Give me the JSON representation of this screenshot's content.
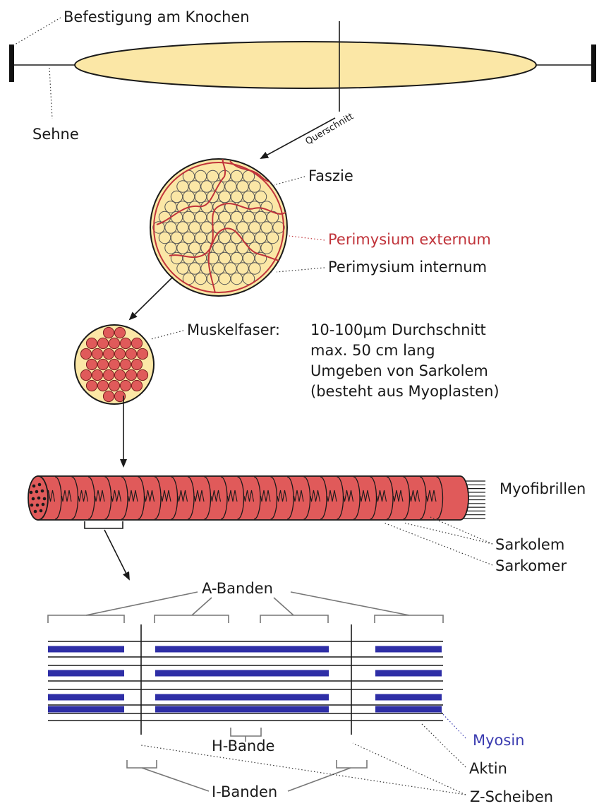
{
  "colors": {
    "muscle_fill": "#fbe7a6",
    "fiber_red": "#e05a5a",
    "perimysium_red": "#c0333a",
    "myosin_blue": "#2e2ea6",
    "line": "#1a1a1a"
  },
  "labels": {
    "attachment": "Befestigung am Knochen",
    "tendon": "Sehne",
    "cross_section": "Querschnitt",
    "fascia": "Faszie",
    "perimysium_externum": "Perimysium externum",
    "perimysium_internum": "Perimysium internum",
    "muscle_fiber": "Muskelfaser:",
    "myofibrils": "Myofibrillen",
    "sarcolemma": "Sarkolem",
    "sarcomere": "Sarkomer",
    "a_bands": "A-Banden",
    "h_band": "H-Bande",
    "i_bands": "I-Banden",
    "myosin": "Myosin",
    "actin": "Aktin",
    "z_discs": "Z-Scheiben"
  },
  "fiber_info": [
    "10-100µm Durchschnitt",
    "max. 50 cm lang",
    "Umgeben von Sarkolem",
    "(besteht aus Myoplasten)"
  ]
}
